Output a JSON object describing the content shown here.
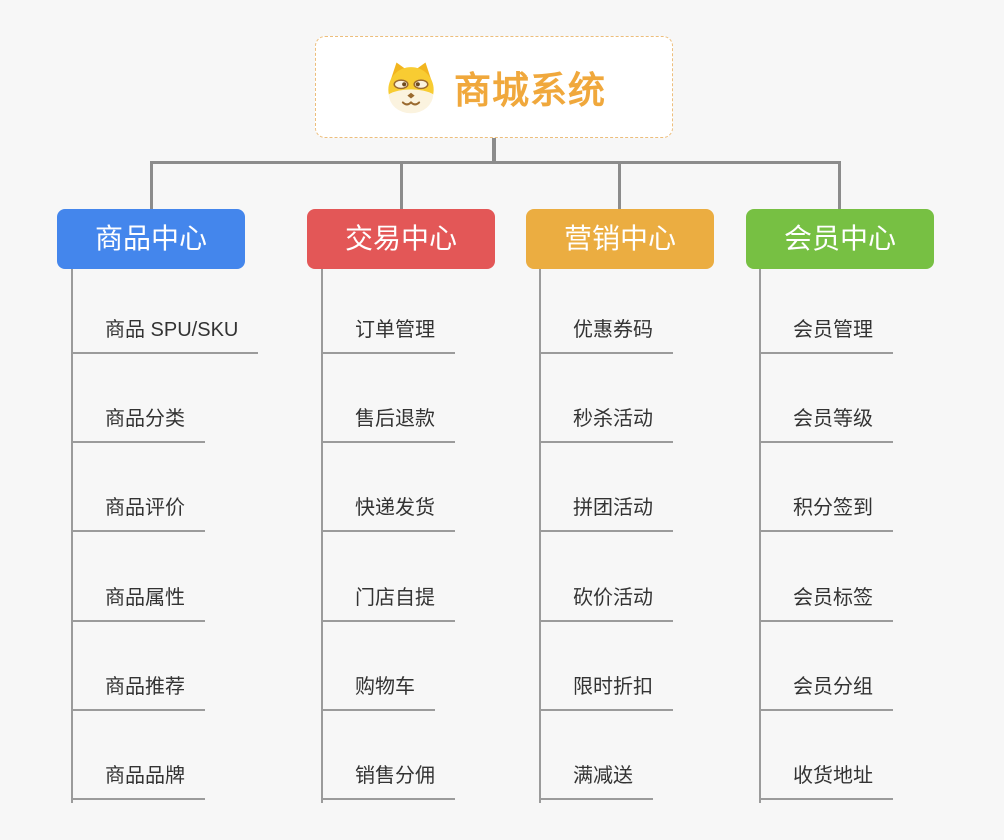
{
  "page": {
    "background_color": "#F7F7F7",
    "connector_color": "#8C8C8C",
    "leaf_line_color": "#9B9B9B",
    "leaf_text_color": "#333333"
  },
  "root": {
    "title": "商城系统",
    "accent_color": "#F0A83C",
    "border_color": "#EDBE7C",
    "icon": "doge-icon"
  },
  "branches": [
    {
      "label": "商品中心",
      "color": "#4486EC",
      "items": [
        "商品 SPU/SKU",
        "商品分类",
        "商品评价",
        "商品属性",
        "商品推荐",
        "商品品牌"
      ]
    },
    {
      "label": "交易中心",
      "color": "#E35757",
      "items": [
        "订单管理",
        "售后退款",
        "快递发货",
        "门店自提",
        "购物车",
        "销售分佣"
      ]
    },
    {
      "label": "营销中心",
      "color": "#EBAD41",
      "items": [
        "优惠券码",
        "秒杀活动",
        "拼团活动",
        "砍价活动",
        "限时折扣",
        "满减送"
      ]
    },
    {
      "label": "会员中心",
      "color": "#77C043",
      "items": [
        "会员管理",
        "会员等级",
        "积分签到",
        "会员标签",
        "会员分组",
        "收货地址"
      ]
    }
  ]
}
